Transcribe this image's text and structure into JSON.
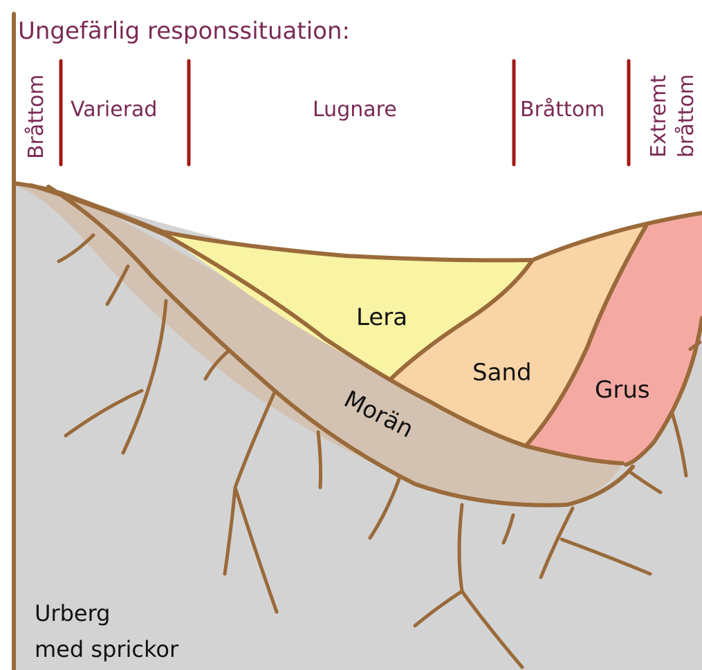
{
  "title": "Ungefärlig responssituation:",
  "zones": {
    "z1": "Bråttom",
    "z2": "Varierad",
    "z3": "Lugnare",
    "z4": "Bråttom",
    "z5_line1": "Extremt",
    "z5_line2": "bråttom"
  },
  "layers": {
    "lera": "Lera",
    "sand": "Sand",
    "grus": "Grus",
    "moran": "Morän"
  },
  "bedrock": {
    "line1": "Urberg",
    "line2": "med sprickor"
  },
  "colors": {
    "bedrock": "#d3d3d3",
    "moran": "#d3c2b2",
    "lera": "#f8f4a4",
    "sand": "#f9d4a6",
    "grus": "#f5a9a3",
    "outline": "#9a6a3a",
    "zone_text": "#7a2a55",
    "divider": "#a31818"
  }
}
